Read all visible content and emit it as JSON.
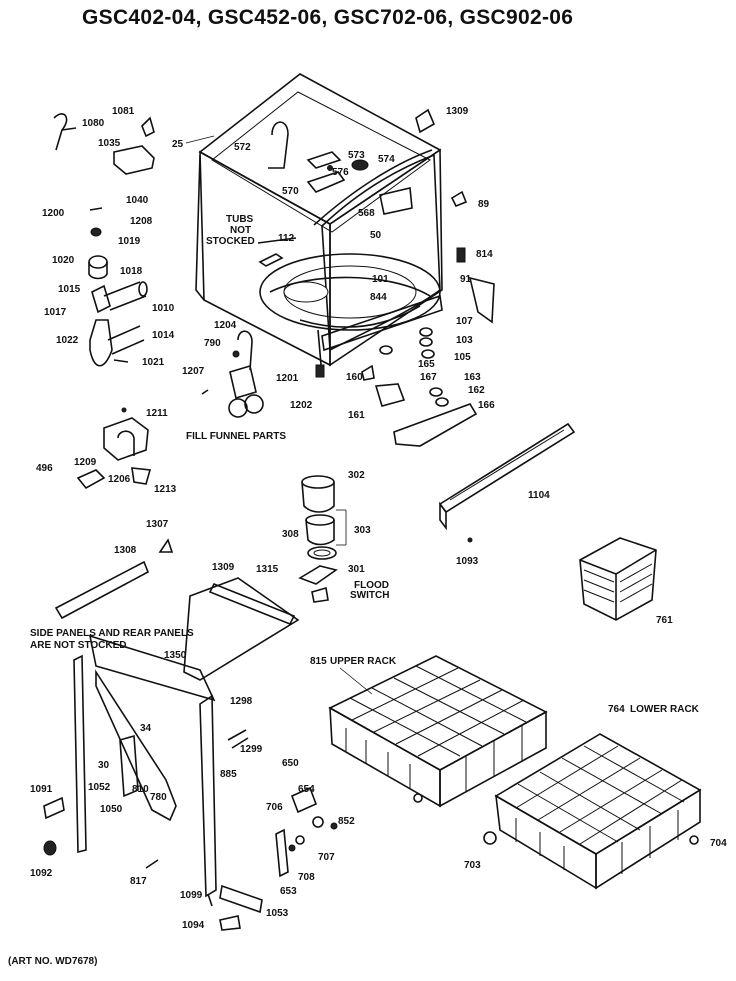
{
  "title": "GSC402-04, GSC452-06, GSC702-06, GSC902-06",
  "art_number": "(ART NO. WD7678)",
  "notes": {
    "tubs": [
      "TUBS",
      "NOT",
      "STOCKED"
    ],
    "fill_funnel": "FILL FUNNEL PARTS",
    "side_panels": [
      "SIDE PANELS AND REAR PANELS",
      "ARE NOT STOCKED"
    ],
    "upper_rack": "UPPER RACK",
    "lower_rack": "LOWER RACK",
    "flood_switch": [
      "FLOOD",
      "SWITCH"
    ]
  },
  "parts": {
    "p25": "25",
    "p572": "572",
    "p573": "573",
    "p574": "574",
    "p576": "576",
    "p570": "570",
    "p568": "568",
    "p50": "50",
    "p1309": "1309",
    "p89": "89",
    "p814": "814",
    "p91": "91",
    "p112": "112",
    "p101": "101",
    "p844": "844",
    "p107": "107",
    "p103": "103",
    "p105": "105",
    "p165": "165",
    "p160": "160",
    "p167": "167",
    "p163": "163",
    "p162": "162",
    "p166": "166",
    "p161": "161",
    "p1080": "1080",
    "p1081": "1081",
    "p1035": "1035",
    "p1040": "1040",
    "p1200": "1200",
    "p1208": "1208",
    "p1019": "1019",
    "p1020": "1020",
    "p1018": "1018",
    "p1015": "1015",
    "p1010": "1010",
    "p1017": "1017",
    "p1022": "1022",
    "p1014": "1014",
    "p1021": "1021",
    "p1204": "1204",
    "p790": "790",
    "p1207": "1207",
    "p1201": "1201",
    "p1202": "1202",
    "p1211": "1211",
    "p1209": "1209",
    "p496": "496",
    "p1206": "1206",
    "p1213": "1213",
    "p302": "302",
    "p303": "303",
    "p308": "308",
    "p301": "301",
    "p1104": "1104",
    "p1093": "1093",
    "p761": "761",
    "p1307": "1307",
    "p1308": "1308",
    "p1309b": "1309",
    "p1315": "1315",
    "p1350": "1350",
    "p1298": "1298",
    "p1299": "1299",
    "p34": "34",
    "p30": "30",
    "p1052": "1052",
    "p810": "810",
    "p780": "780",
    "p1050": "1050",
    "p885": "885",
    "p1091": "1091",
    "p1092": "1092",
    "p817": "817",
    "p1099": "1099",
    "p1053": "1053",
    "p1094": "1094",
    "p815": "815",
    "p650": "650",
    "p654": "654",
    "p706": "706",
    "p852": "852",
    "p707": "707",
    "p708": "708",
    "p653": "653",
    "p764": "764",
    "p703": "703",
    "p704": "704"
  }
}
